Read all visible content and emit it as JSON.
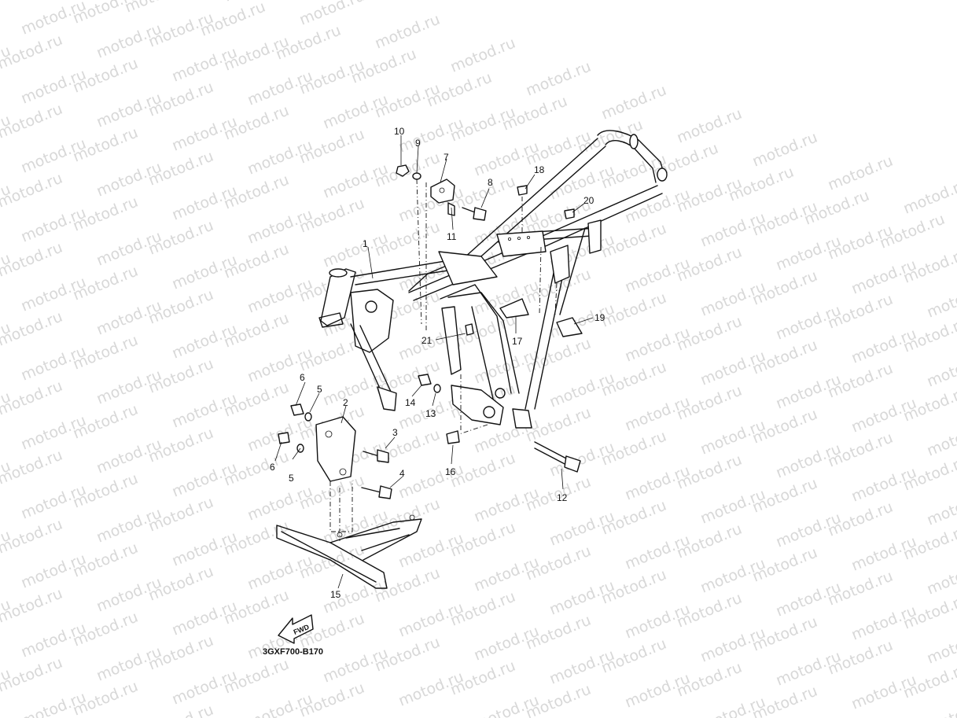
{
  "diagram": {
    "code": "3GXF700-B170",
    "fwd_label": "FWD",
    "watermark_text": "motod.ru",
    "callouts": [
      "1",
      "2",
      "3",
      "4",
      "5",
      "5",
      "6",
      "6",
      "7",
      "8",
      "9",
      "10",
      "11",
      "12",
      "13",
      "14",
      "15",
      "16",
      "17",
      "18",
      "19",
      "20",
      "21"
    ]
  }
}
